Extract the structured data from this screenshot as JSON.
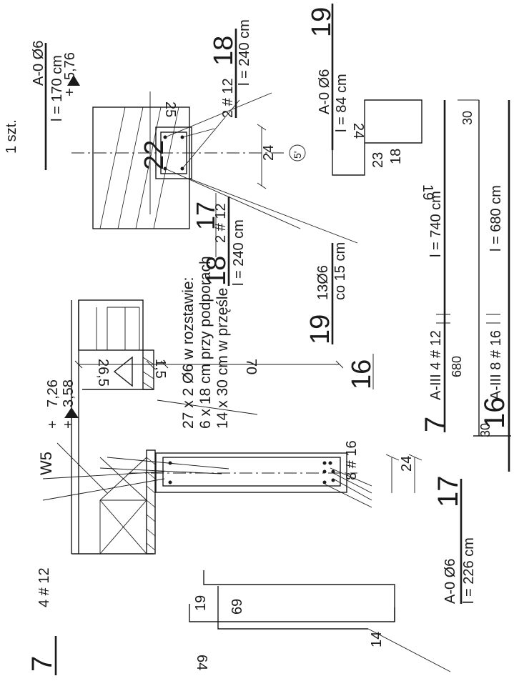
{
  "rebar_marks": {
    "m7_top": "7",
    "m7_top_spec": "4 # 12",
    "m17_top": "17",
    "m17_spec": "A-0  Ø6",
    "m17_len": "l = 226 cm",
    "m7_mid": "7",
    "m7_mid_spec": "A-III  4 # 12",
    "m7_mid_len": "l = 740 cm",
    "m16": "16",
    "m16_spec": "A-III  8 # 16",
    "m16_len": "l = 680 cm",
    "m18_left": "18",
    "m18_left_spec": "2 # 12",
    "m18_left_len": "l = 240 cm",
    "m18_right": "18",
    "m18_right_spec": "2 # 12",
    "m18_right_len": "l = 240 cm",
    "m19_mid": "19",
    "m19_mid_spec": "13Ø6",
    "m19_mid_spacing": "co 15 cm",
    "m19_right": "19",
    "m19_right_spec": "A-0  Ø6",
    "m19_right_len": "l = 84 cm",
    "m22": "22",
    "m22_spec": "A-0  Ø6",
    "m22_len": "l = 170 cm",
    "szt": "1 szt."
  },
  "notes": {
    "line1": "27 x 2 Ø6  w rozstawie:",
    "line2": "6 x 18 cm przy podporach",
    "line3": "14 x 30 cm w przęśle",
    "mark17": "17",
    "w5": "W5"
  },
  "elevations": {
    "a1": "7,26",
    "a2": "3,58",
    "b1": "5,76"
  },
  "dims": {
    "d265": "26,5",
    "d15": "1,5",
    "d70": "70",
    "d24a": "24",
    "d8": "8 # 16",
    "d24b": "24",
    "d25": "25",
    "d5": "5'",
    "s19": "19",
    "s69": "69",
    "s14": "14",
    "s64": "64",
    "r23": "23",
    "r18": "18",
    "r24": "24",
    "r19": "19",
    "b30a": "30",
    "b30b": "30",
    "b680": "680"
  }
}
